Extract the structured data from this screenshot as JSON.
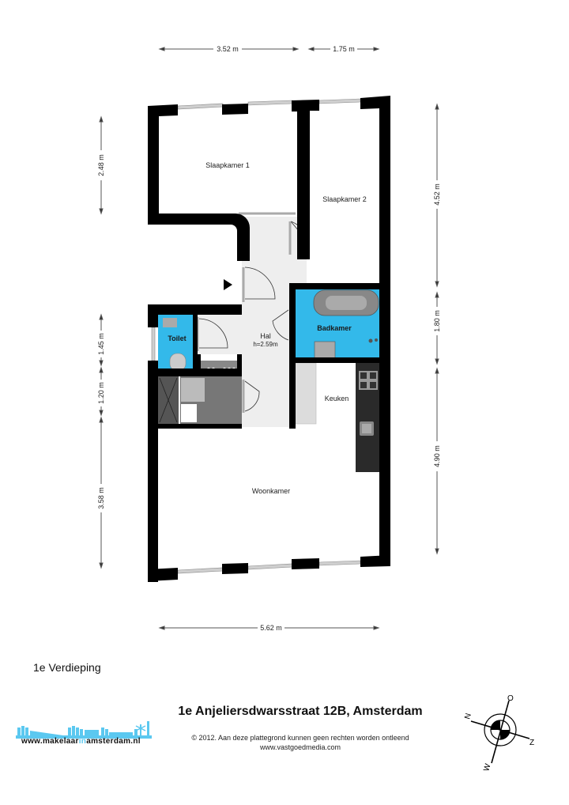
{
  "dimensions": {
    "top": [
      {
        "label": "3.52 m"
      },
      {
        "label": "1.75 m"
      }
    ],
    "bottom": [
      {
        "label": "5.62 m"
      }
    ],
    "left": [
      {
        "label": "2.48 m"
      },
      {
        "label": "1.45 m"
      },
      {
        "label": "1.20 m"
      },
      {
        "label": "3.58 m"
      }
    ],
    "right": [
      {
        "label": "4.52 m"
      },
      {
        "label": "1.80 m"
      },
      {
        "label": "4.90 m"
      }
    ]
  },
  "rooms": {
    "slaapkamer1": "Slaapkamer 1",
    "slaapkamer2": "Slaapkamer 2",
    "hal": "Hal",
    "hal_height": "h=2.59m",
    "toilet": "Toilet",
    "badkamer": "Badkamer",
    "keuken": "Keuken",
    "woonkamer": "Woonkamer"
  },
  "colors": {
    "wall": "#000000",
    "wet_room": "#33b9ea",
    "hall_floor": "#eeeeee",
    "kitchen_counter": "#2a2a2a",
    "utility": "#777777"
  },
  "footer": {
    "floor_name": "1e Verdieping",
    "address": "1e Anjeliersdwarsstraat 12B, Amsterdam",
    "copyright": "© 2012. Aan deze plattegrond kunnen geen rechten worden ontleend",
    "website": "www.vastgoedmedia.com",
    "logo_text_pre": "www.makelaar",
    "logo_text_in": "in",
    "logo_text_post": "amsterdam.nl"
  },
  "compass": {
    "north": "N",
    "east": "O",
    "south": "Z",
    "west": "W"
  }
}
